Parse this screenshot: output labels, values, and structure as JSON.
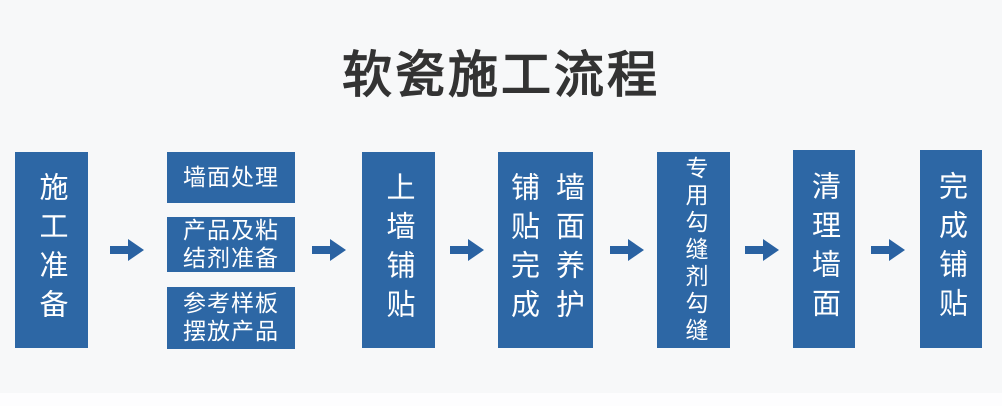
{
  "title": "软瓷施工流程",
  "colors": {
    "box": "#2d67a5",
    "arrow": "#2a62a2",
    "title": "#333333",
    "background": "#f7f8f9",
    "box_text": "#ffffff"
  },
  "flow": {
    "step_prep": {
      "label": "施工准备"
    },
    "prep_tasks": [
      {
        "lines": [
          "墙面处理"
        ]
      },
      {
        "lines": [
          "产品及粘",
          "结剂准备"
        ]
      },
      {
        "lines": [
          "参考样板",
          "摆放产品"
        ]
      }
    ],
    "step_paving": {
      "label": "上墙铺贴"
    },
    "step_done_curing": {
      "columns": [
        "铺贴完成",
        "墙面养护"
      ]
    },
    "step_grouting": {
      "label": "专用勾缝剂勾缝"
    },
    "step_cleaning": {
      "label": "清理墙面"
    },
    "step_finish": {
      "label": "完成铺贴"
    },
    "icons": {
      "arrow": "arrow-right-icon"
    }
  }
}
